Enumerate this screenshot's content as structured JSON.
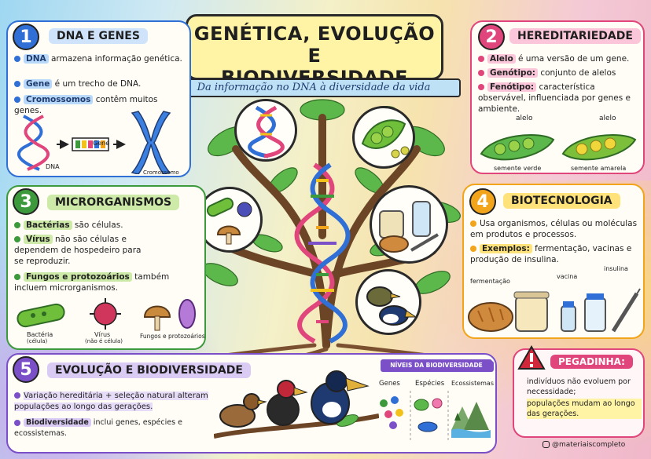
{
  "title": {
    "line1": "GENÉTICA, EVOLUÇÃO E",
    "line2": "BIODIVERSIDADE",
    "subtitle": "Da informação no DNA à diversidade da vida"
  },
  "s1": {
    "num": "1",
    "title": "DNA E GENES",
    "b1": {
      "key": "DNA",
      "text": " armazena informação genética."
    },
    "b2": {
      "key": "Gene",
      "text": " é um trecho de DNA."
    },
    "b3": {
      "key": "Cromossomos",
      "text": " contêm muitos genes."
    },
    "labels": {
      "gene": "Gene",
      "dna": "DNA",
      "cromossomo": "Cromossomo"
    }
  },
  "s2": {
    "num": "2",
    "title": "HEREDITARIEDADE",
    "b1": {
      "key": "Alelo",
      "text": " é uma versão de um gene."
    },
    "b2": {
      "key": "Genótipo:",
      "text": " conjunto de alelos"
    },
    "b3": {
      "key": "Fenótipo:",
      "text": " característica observável, influenciada por genes e ambiente."
    },
    "labels": {
      "alelo1": "alelo",
      "alelo2": "alelo",
      "verde": "semente verde",
      "amarela": "semente amarela"
    }
  },
  "s3": {
    "num": "3",
    "title": "MICRORGANISMOS",
    "b1": {
      "key": "Bactérias",
      "text": " são células."
    },
    "b2": {
      "key": "Vírus",
      "text": " não são células e dependem de hospedeiro para se reproduzir."
    },
    "b3": {
      "key": "Fungos e protozoários",
      "text": " também incluem microrganismos."
    },
    "labels": {
      "bacteria": "Bactéria",
      "bacteria_sub": "(célula)",
      "virus": "Vírus",
      "virus_sub": "(não é célula)",
      "fungos": "Fungos e protozoários"
    }
  },
  "s4": {
    "num": "4",
    "title": "BIOTECNOLOGIA",
    "b1": {
      "text": "Usa organismos, células ou moléculas em produtos e processos."
    },
    "b2": {
      "key": "Exemplos:",
      "text": " fermentação, vacinas e produção de insulina."
    },
    "labels": {
      "fermentacao": "fermentação",
      "vacina": "vacina",
      "insulina": "insulina"
    }
  },
  "s5": {
    "num": "5",
    "title": "EVOLUÇÃO E BIODIVERSIDADE",
    "b1": {
      "text": "Variação hereditária + seleção natural alteram populações ao longo das gerações."
    },
    "b2": {
      "key": "Biodiversidade",
      "text": " inclui genes, espécies e ecossistemas."
    },
    "niveis": {
      "title": "NÍVEIS DA BIODIVERSIDADE",
      "cols": [
        "Genes",
        "Espécies",
        "Ecossistemas"
      ]
    }
  },
  "pegadinha": {
    "title": "PEGADINHA:",
    "t1": "indivíduos não evoluem por necessidade;",
    "t2": "populações mudam ao longo das gerações."
  },
  "handle": "@materiaiscompleto",
  "colors": {
    "blue": "#2f6fd6",
    "pink": "#e0457b",
    "green": "#3c9a3c",
    "orange": "#f2a51a",
    "purple": "#7a4fc8"
  }
}
